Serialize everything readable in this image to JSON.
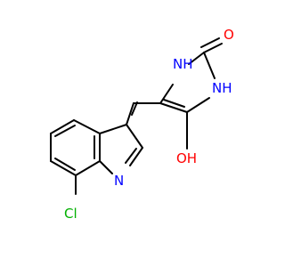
{
  "molecule": {
    "atoms": {
      "cl": {
        "text": "Cl",
        "color": "#00b000"
      },
      "n_indole": {
        "text": "N",
        "color": "#0000ff"
      },
      "nh_top": {
        "text": "NH",
        "color": "#0000ff"
      },
      "nh_right": {
        "text": "NH",
        "color": "#0000ff"
      },
      "o_carbonyl": {
        "text": "O",
        "color": "#ff0000"
      },
      "oh": {
        "text": "OH",
        "color": "#ff0000"
      }
    },
    "bond_color": "#000000"
  }
}
